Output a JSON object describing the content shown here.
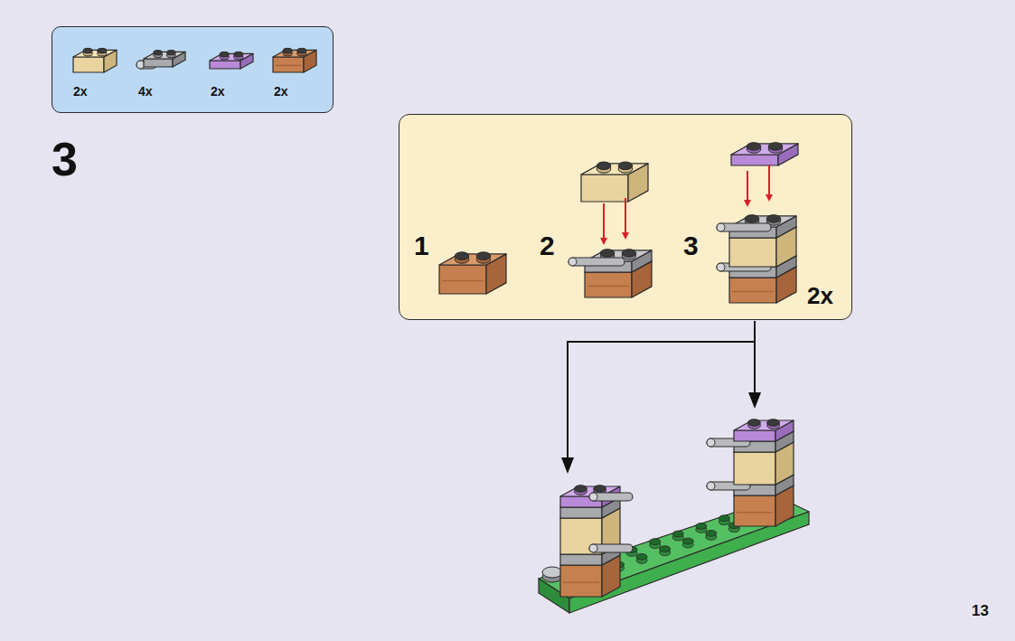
{
  "diagram": {
    "nodes": [
      {
        "text": [
          "2x",
          "4x",
          "2x",
          "2x"
        ]
      },
      {
        "text": [
          "1",
          "2",
          "3",
          "2x"
        ]
      }
    ],
    "labels": [
      "3",
      "13"
    ]
  }
}
